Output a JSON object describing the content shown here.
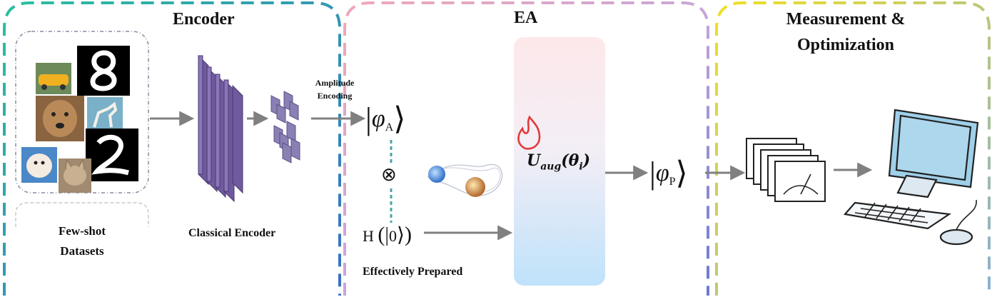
{
  "sections": {
    "encoder": {
      "title": "Encoder"
    },
    "ea": {
      "title": "EA"
    },
    "measurement": {
      "title_line1": "Measurement &",
      "title_line2": "Optimization"
    }
  },
  "labels": {
    "few_shot_line1": "Few-shot",
    "few_shot_line2": "Datasets",
    "classical_encoder": "Classical Encoder",
    "amplitude_line1": "Amplitude",
    "amplitude_line2": "Encoding",
    "phi_a_symbol": "φ",
    "phi_a_sub": "A",
    "phi_p_symbol": "φ",
    "phi_p_sub": "P",
    "tensor": "⊗",
    "h_zero": "H",
    "ket_zero": "0",
    "u_aug_main": "U",
    "u_aug_sub": "aug",
    "u_aug_arg": "(θ",
    "u_aug_arg_sub": "i",
    "u_aug_close": ")",
    "effectively_prepared": "Effectively Prepared"
  },
  "icons": [
    "car-photo",
    "digit-8-image",
    "dog-photo",
    "horse-photo",
    "digit-2-image",
    "puppy-photo",
    "cat-photo",
    "neural-layers-icon",
    "qubit-sphere-icon",
    "flame-icon",
    "meter-icon",
    "computer-icon"
  ],
  "colors": {
    "encoder_border_start": "#2bbf9f",
    "encoder_border_end": "#3a6fc4",
    "ea_border_start": "#f0a8b8",
    "ea_border_end": "#6a7ad0",
    "measurement_border_start": "#f0e020",
    "measurement_border_end": "#8ab0d0",
    "layer_purple": "#6e5a9c",
    "arrow": "#808080",
    "circuit_gradient_top": "#fde8ea",
    "circuit_gradient_bottom": "#bfe2fa",
    "wire_dash": "#4aa6a0",
    "flame": "#e23a3a",
    "monitor": "#9fd0ea"
  }
}
